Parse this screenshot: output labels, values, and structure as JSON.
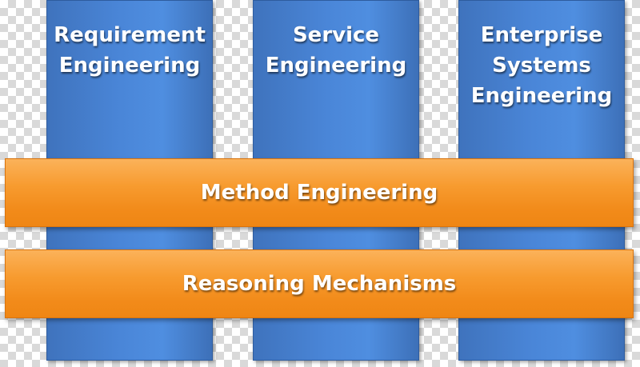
{
  "pillars": [
    {
      "label": "Requirement\nEngineering"
    },
    {
      "label": "Service\nEngineering"
    },
    {
      "label": "Enterprise\nSystems\nEngineering"
    }
  ],
  "bands": [
    {
      "label": "Method Engineering"
    },
    {
      "label": "Reasoning Mechanisms"
    }
  ],
  "colors": {
    "pillar_blue": "#4a86d8",
    "band_orange": "#f79b2f",
    "text": "#ffffff"
  }
}
